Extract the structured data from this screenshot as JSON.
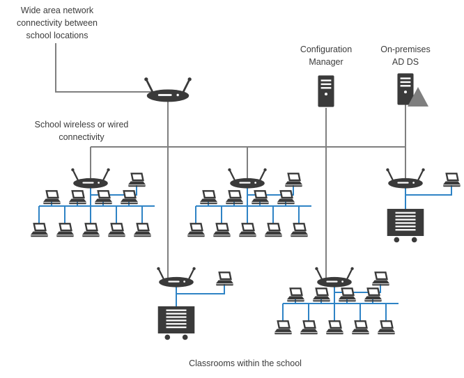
{
  "figure": {
    "kind": "network-topology-diagram",
    "subject": "School network"
  },
  "labels": {
    "wan": "Wide area network\nconnectivity between\nschool locations",
    "school_connectivity": "School wireless or wired\nconnectivity",
    "config_manager": "Configuration\nManager",
    "ad_ds": "On-premises\nAD DS",
    "classrooms": "Classrooms within the school"
  },
  "colors": {
    "connector_gray": "#7f7f7f",
    "connector_blue": "#2e83c5",
    "icon_dark": "#3a3a3a",
    "text": "#3b3b3b",
    "background": "#ffffff"
  },
  "icons": {
    "wan_router": "wireless-router-icon",
    "access_point": "wireless-access-point-icon",
    "server": "server-tower-icon",
    "ad_ds_badge": "ad-ds-triangle-icon",
    "device_cart": "device-cart-icon",
    "laptop": "laptop-icon"
  },
  "inventory": {
    "backbone_devices": [
      "WAN router",
      "Configuration Manager server",
      "On-premises AD DS server"
    ],
    "clusters": [
      {
        "name": "classroom cluster 1",
        "access_points": 1,
        "laptops": 10,
        "device_carts": 0
      },
      {
        "name": "classroom cluster 2",
        "access_points": 1,
        "laptops": 10,
        "device_carts": 0
      },
      {
        "name": "classroom cluster 3",
        "access_points": 1,
        "laptops": 1,
        "device_carts": 1
      },
      {
        "name": "classroom cluster 4",
        "access_points": 1,
        "laptops": 1,
        "device_carts": 1
      },
      {
        "name": "classroom cluster 5",
        "access_points": 1,
        "laptops": 10,
        "device_carts": 0
      }
    ]
  }
}
